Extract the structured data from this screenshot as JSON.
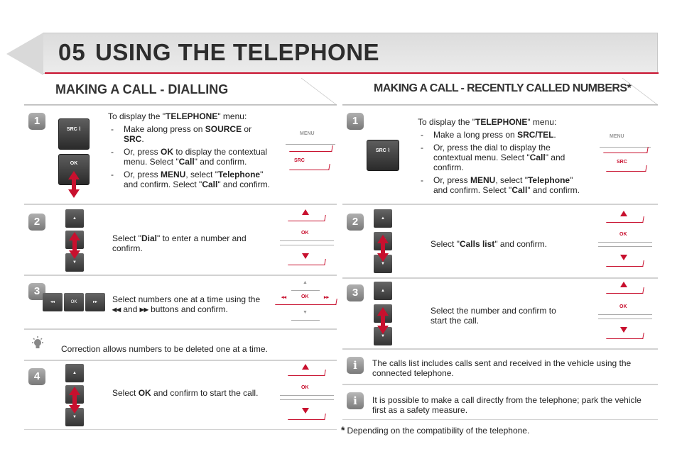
{
  "header": {
    "chapter": "05",
    "title": "USING THE TELEPHONE"
  },
  "left": {
    "section_title": "MAKING A CALL - DIALLING",
    "steps": [
      {
        "number": "1",
        "intro_a": "To display the \"",
        "intro_b": "TELEPHONE",
        "intro_c": "\" menu:",
        "bullets": [
          {
            "a": "Make along press on ",
            "b": "SOURCE",
            "c": " or ",
            "d": "SRC",
            "e": "."
          },
          {
            "a": "Or, press ",
            "b": "OK",
            "c": " to display the contextual menu. Select \"",
            "d": "Call",
            "e": "\" and confirm."
          },
          {
            "a": "Or, press ",
            "b": "MENU",
            "c": ", select \"",
            "d": "Telephone",
            "e": "\" and confirm. Select \"",
            "f": "Call",
            "g": "\" and confirm."
          }
        ],
        "buttons": [
          "SRC",
          "OK"
        ],
        "panel_top": "MENU",
        "panel_bottom": "SRC"
      },
      {
        "number": "2",
        "text_a": "Select \"",
        "text_b": "Dial",
        "text_c": "\" to enter a number and confirm.",
        "panel_center": "OK"
      },
      {
        "number": "3",
        "text_a": "Select numbers one at a time using the ",
        "text_b": "◂◂",
        "text_c": " and ",
        "text_d": "▸▸",
        "text_e": " buttons and confirm.",
        "panel_center": "OK"
      },
      {
        "tip": "Correction allows numbers to be deleted one at a time."
      },
      {
        "number": "4",
        "text_a": "Select ",
        "text_b": "OK",
        "text_c": " and confirm to start the call.",
        "panel_center": "OK"
      }
    ]
  },
  "right": {
    "section_title": "MAKING A CALL - RECENTLY CALLED NUMBERS*",
    "steps": [
      {
        "number": "1",
        "intro_a": "To display the \"",
        "intro_b": "TELEPHONE",
        "intro_c": "\" menu:",
        "bullets": [
          {
            "a": "Make a long press on ",
            "b": "SRC/TEL",
            "c": "."
          },
          {
            "a": "Or, press the dial to display the contextual menu. Select \"",
            "b": "Call",
            "c": "\" and confirm."
          },
          {
            "a": "Or, press ",
            "b": "MENU",
            "c": ", select \"",
            "d": "Telephone",
            "e": "\" and confirm. Select \"",
            "f": "Call",
            "g": "\" and confirm."
          }
        ],
        "button": "SRC",
        "panel_top": "MENU",
        "panel_bottom": "SRC"
      },
      {
        "number": "2",
        "text_a": "Select \"",
        "text_b": "Calls list",
        "text_c": "\" and confirm.",
        "panel_center": "OK"
      },
      {
        "number": "3",
        "text": "Select the number and confirm to start the call.",
        "panel_center": "OK"
      },
      {
        "info": "The calls list includes calls sent and received in the vehicle using the connected telephone."
      },
      {
        "info": "It is possible to make a call directly from the telephone; park the vehicle first as a safety measure."
      }
    ],
    "footnote_mark": "*",
    "footnote": "Depending on the compatibility of the telephone."
  },
  "colors": {
    "accent": "#c8102e",
    "rule": "#d2d2d2"
  }
}
